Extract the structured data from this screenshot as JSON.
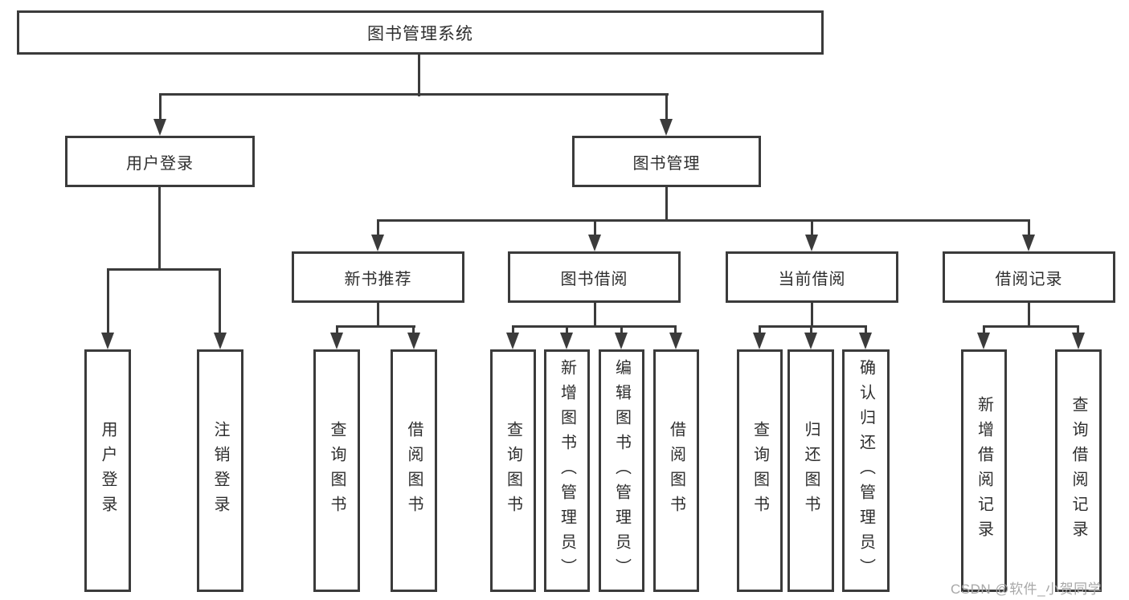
{
  "root": {
    "label": "图书管理系统"
  },
  "branches": {
    "user_login": {
      "label": "用户登录",
      "leaves": [
        {
          "label": "用户登录"
        },
        {
          "label": "注销登录"
        }
      ]
    },
    "book_management": {
      "label": "图书管理"
    }
  },
  "modules": [
    {
      "label": "新书推荐",
      "leaves": [
        {
          "label": "查询图书"
        },
        {
          "label": "借阅图书"
        }
      ]
    },
    {
      "label": "图书借阅",
      "leaves": [
        {
          "label": "查询图书"
        },
        {
          "label": "新增图书（管理员）"
        },
        {
          "label": "编辑图书（管理员）"
        },
        {
          "label": "借阅图书"
        }
      ]
    },
    {
      "label": "当前借阅",
      "leaves": [
        {
          "label": "查询图书"
        },
        {
          "label": "归还图书"
        },
        {
          "label": "确认归还（管理员）"
        }
      ]
    },
    {
      "label": "借阅记录",
      "leaves": [
        {
          "label": "新增借阅记录"
        },
        {
          "label": "查询借阅记录"
        }
      ]
    }
  ],
  "watermark": {
    "text": "CSDN @软件_小贺同学"
  },
  "colors": {
    "line": "#3b3b3b",
    "text": "#2e2e2e",
    "box_background": "#ffffff",
    "page_background": "#ffffff",
    "watermark": "#a8a8a8"
  }
}
